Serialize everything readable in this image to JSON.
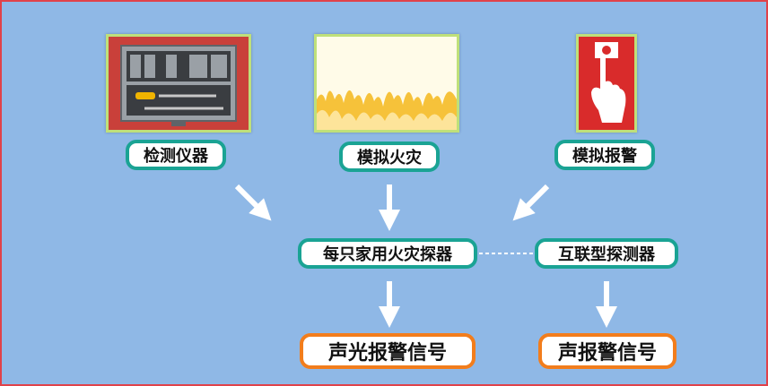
{
  "colors": {
    "background": "#8fb8e6",
    "teal_border": "#1aa394",
    "orange_border": "#f27d1c",
    "frame_border": "#e0424a"
  },
  "images": [
    {
      "name": "instrument-kit-photo"
    },
    {
      "name": "simulated-fire-image"
    },
    {
      "name": "alarm-button-icon"
    }
  ],
  "nodes": {
    "instrument": "检测仪器",
    "sim_fire": "模拟火灾",
    "sim_alarm": "模拟报警",
    "detector": "每只家用火灾探器",
    "linked": "互联型探测器",
    "out_light": "声光报警信号",
    "out_sound": "声报警信号"
  }
}
